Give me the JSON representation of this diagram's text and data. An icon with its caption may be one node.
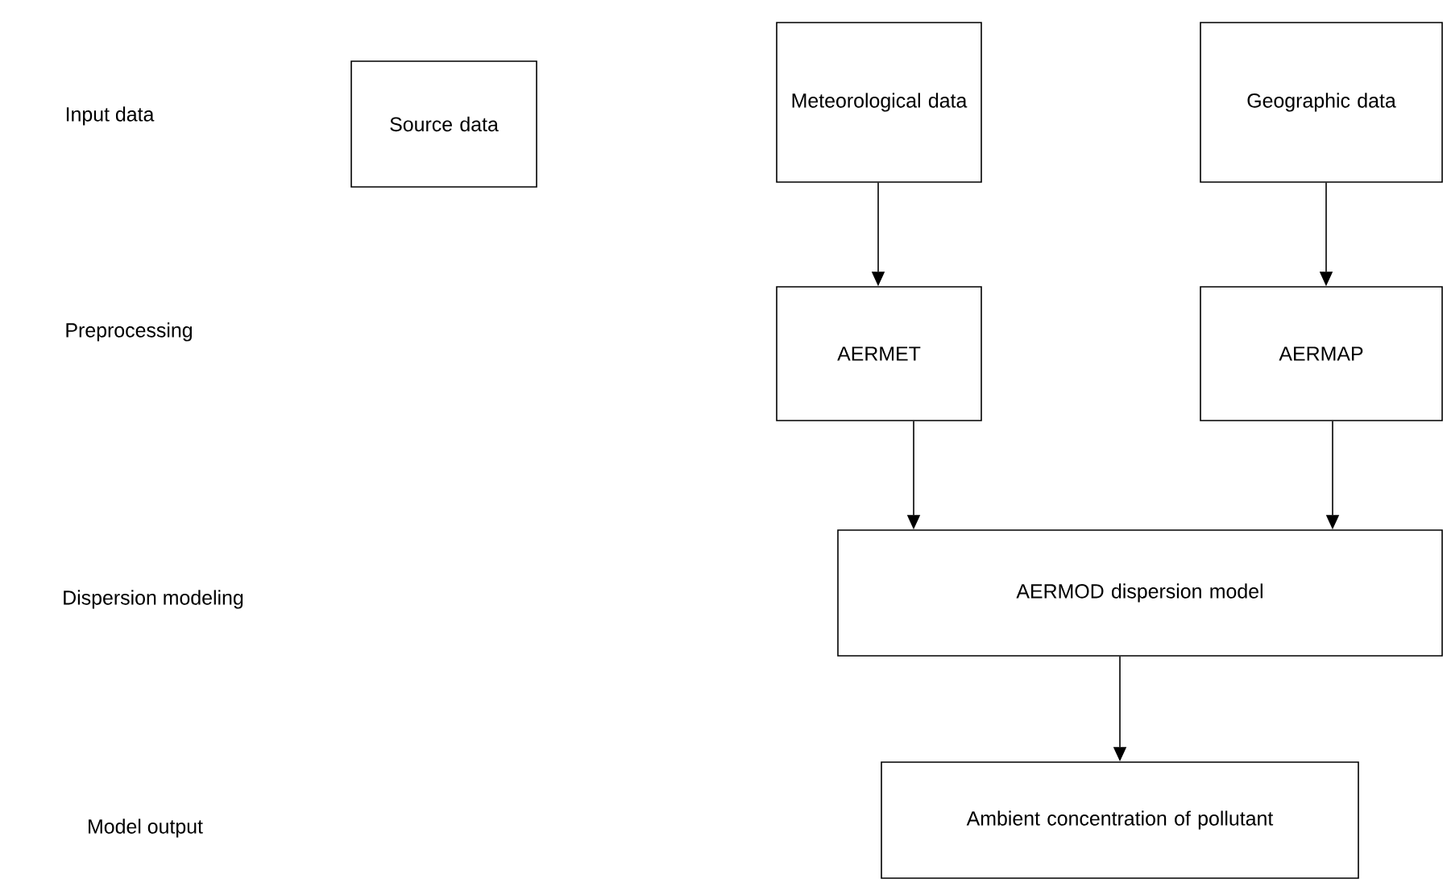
{
  "diagram": {
    "nodes": [
      {
        "text": [
          "Source data"
        ]
      },
      {
        "text": [
          "Meteorological data"
        ]
      },
      {
        "text": [
          "Geographic data"
        ]
      },
      {
        "text": [
          "AERMET"
        ]
      },
      {
        "text": [
          "AERMAP"
        ]
      },
      {
        "text": [
          "AERMOD dispersion model"
        ]
      },
      {
        "text": [
          "Ambient concentration of pollutant"
        ]
      }
    ],
    "edges": [
      {
        "from": 1,
        "to": 3,
        "arrow": "to"
      },
      {
        "from": 2,
        "to": 4,
        "arrow": "to"
      },
      {
        "from": 3,
        "to": 5,
        "arrow": "to"
      },
      {
        "from": 4,
        "to": 5,
        "arrow": "to"
      },
      {
        "from": 5,
        "to": 6,
        "arrow": "to"
      }
    ],
    "labels": [
      "Input data",
      "Preprocessing",
      "Dispersion modeling",
      "Model output"
    ]
  }
}
